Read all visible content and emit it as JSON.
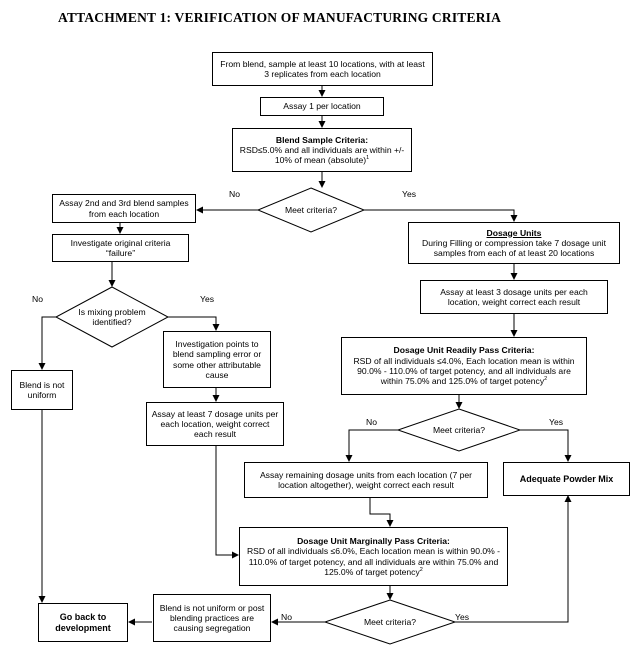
{
  "title": "ATTACHMENT 1:  VERIFICATION OF MANUFACTURING CRITERIA",
  "nodes": {
    "sample_blend": "From blend, sample at least 10 locations, with at least 3 replicates from each location",
    "assay_one": "Assay 1 per location",
    "blend_criteria": {
      "heading": "Blend Sample Criteria:",
      "text": "RSD≤5.0% and all individuals are within +/- 10% of mean (absolute)",
      "footnote": "1"
    },
    "meet_criteria_1": "Meet criteria?",
    "assay_2nd_3rd": "Assay 2nd and 3rd blend samples from each location",
    "investigate_original": "Investigate original criteria “failure”",
    "mixing_problem": "Is mixing problem identified?",
    "blend_not_uniform": "Blend is not uniform",
    "investigation_points": "Investigation points to blend sampling error or some other attributable cause",
    "assay_7_units": "Assay at least 7 dosage units per each location, weight correct each result",
    "go_back": "Go back to development",
    "dosage_units": {
      "heading": "Dosage Units",
      "text": "During Filling or compression take 7 dosage unit samples from each of at least 20 locations"
    },
    "assay_3_units": "Assay at least 3 dosage units per each location, weight correct each result",
    "readily_pass": {
      "heading": "Dosage Unit Readily Pass Criteria:",
      "text": "RSD of all individuals ≤4.0%, Each location mean is within 90.0% - 110.0% of target potency, and all individuals are within 75.0% and 125.0% of target potency",
      "footnote": "2"
    },
    "meet_criteria_2": "Meet criteria?",
    "adequate_mix": "Adequate Powder Mix",
    "assay_remaining": "Assay remaining dosage units from each location (7 per location altogether), weight correct each result",
    "marginally_pass": {
      "heading": "Dosage Unit Marginally Pass Criteria:",
      "text": "RSD of all individuals ≤6.0%, Each location mean is within 90.0% - 110.0% of target potency, and all individuals are within 75.0% and 125.0% of target potency",
      "footnote": "2"
    },
    "meet_criteria_3": "Meet criteria?",
    "blend_segregation": "Blend is not uniform or post blending practices are causing segregation"
  },
  "labels": {
    "no_1": "No",
    "yes_1": "Yes",
    "no_2": "No",
    "yes_2": "Yes",
    "no_3": "No",
    "yes_3": "Yes",
    "no_4": "No",
    "yes_4": "Yes"
  }
}
